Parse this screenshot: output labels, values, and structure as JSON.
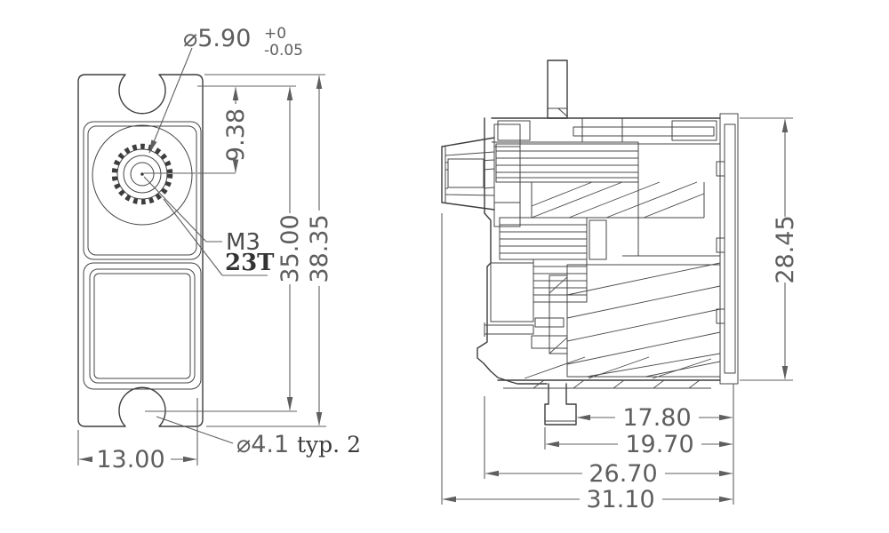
{
  "drawing": {
    "type": "servo motor technical drawing",
    "front_view": {
      "dim_spline_diameter": "⌀5.90",
      "tol_plus": "+0",
      "tol_minus": "-0.05",
      "dim_center_offset": "9.38",
      "thread_label": "M3",
      "spline_teeth_label": "23T",
      "dim_hole_spacing": "35.00",
      "dim_body_height": "38.35",
      "dim_body_width": "13.00",
      "dim_mount_hole": "⌀4.1",
      "dim_mount_hole_note": "typ. 2"
    },
    "section_view": {
      "dim_case_height": "28.45",
      "dim_case_depth_1": "17.80",
      "dim_case_depth_2": "19.70",
      "dim_case_depth_3": "26.70",
      "dim_overall_depth": "31.10"
    },
    "colors": {
      "line": "#3d3d3d",
      "dimension": "#5e5e5e",
      "background": "#ffffff"
    }
  }
}
